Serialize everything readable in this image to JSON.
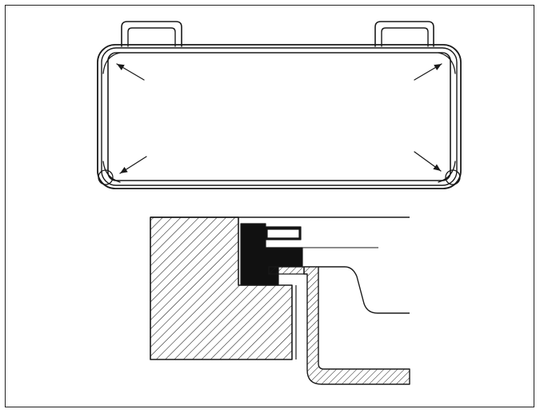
{
  "figure": {
    "colors": {
      "ink": "#1a1a1a",
      "paper": "#ffffff",
      "hatch": "#1a1a1a"
    },
    "top_view": {
      "handles": 2,
      "corner_arrows": 4
    },
    "section_view": {
      "hatched_regions": 3,
      "solid_seal": true
    }
  }
}
